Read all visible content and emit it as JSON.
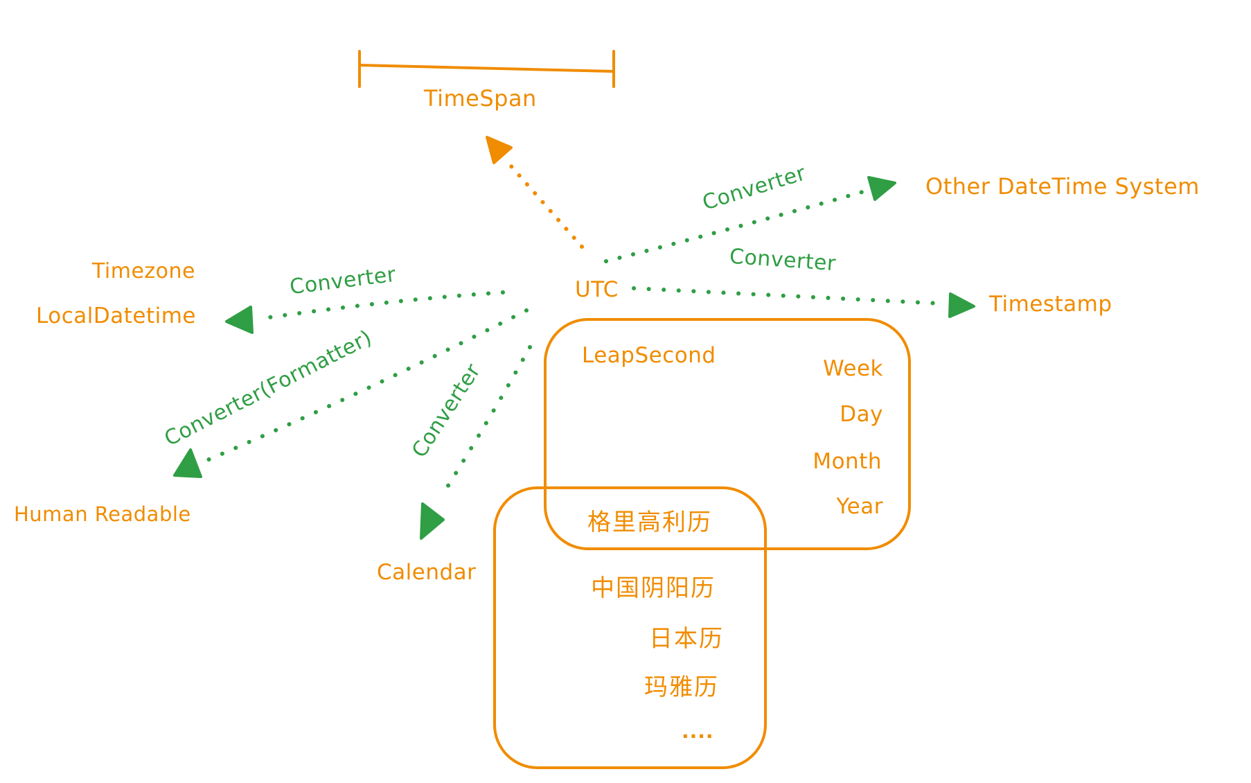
{
  "colors": {
    "node": "#f08c00",
    "converter": "#2f9e44",
    "background": "#ffffff"
  },
  "nodes": {
    "timespan": "TimeSpan",
    "other_system": "Other DateTime System",
    "timezone": "Timezone",
    "local_datetime": "LocalDatetime",
    "utc": "UTC",
    "timestamp": "Timestamp",
    "human_readable": "Human Readable",
    "calendar": "Calendar"
  },
  "edges": {
    "to_other_system": "Converter",
    "to_timestamp": "Converter",
    "to_local_datetime": "Converter",
    "to_human_readable": "Converter(Formatter)",
    "to_calendar": "Converter"
  },
  "utc_group": {
    "leap_second": "LeapSecond",
    "units": [
      "Week",
      "Day",
      "Month",
      "Year"
    ]
  },
  "calendar_group": {
    "items": [
      "格里高利历",
      "中国阴阳历",
      "日本历",
      "玛雅历",
      "...."
    ]
  }
}
